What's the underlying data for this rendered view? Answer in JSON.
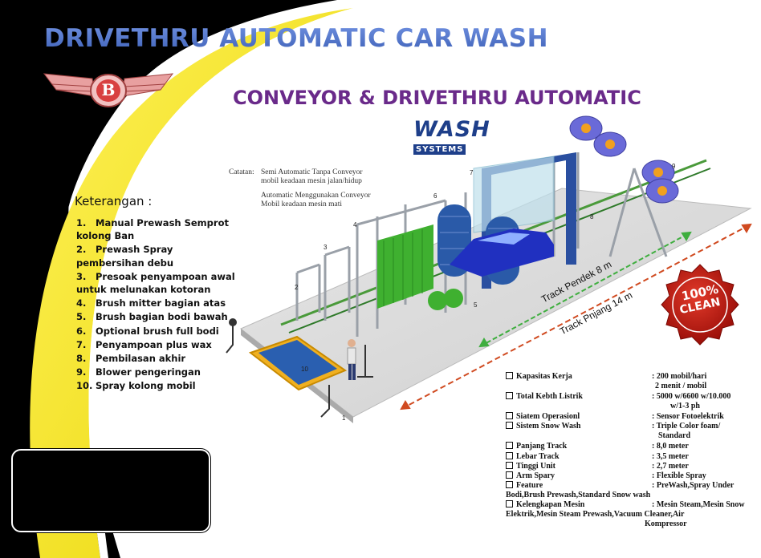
{
  "header": {
    "title": "DRIVETHRU AUTOMATIC CAR WASH",
    "subtitle": "CONVEYOR & DRIVETHRU AUTOMATIC",
    "logo_letter": "B"
  },
  "brand": {
    "wash": "WASH",
    "systems": "SYSTEMS"
  },
  "badge": {
    "line1": "100%",
    "line2": "CLEAN"
  },
  "catatan": {
    "label": "Catatan:",
    "line1": "Semi Automatic Tanpa Conveyor",
    "line2": "mobil keadaan mesin jalan/hidup",
    "line3": "Automatic Menggunakan Conveyor",
    "line4": "Mobil keadaan mesin mati"
  },
  "keterangan": {
    "title": "Keterangan :",
    "items": [
      {
        "num": "1.",
        "text": "Manual Prewash Semprot kolong Ban"
      },
      {
        "num": "2.",
        "text": "Prewash Spray pembersihan debu"
      },
      {
        "num": "3.",
        "text": "Presoak penyampoan awal untuk melunakan kotoran"
      },
      {
        "num": "4.",
        "text": "Brush mitter bagian atas"
      },
      {
        "num": "5.",
        "text": "Brush bagian  bodi bawah"
      },
      {
        "num": "6.",
        "text": "Optional brush full bodi"
      },
      {
        "num": "7.",
        "text": "Penyampoan plus wax"
      },
      {
        "num": "8.",
        "text": "Pembilasan akhir"
      },
      {
        "num": "9.",
        "text": "Blower pengeringan"
      },
      {
        "num": "10.",
        "text": "Spray kolong mobil"
      }
    ]
  },
  "diagram_numbers": [
    "1",
    "2",
    "3",
    "4",
    "5",
    "6",
    "7",
    "8",
    "9",
    "10"
  ],
  "tracks": {
    "short": "Track Pendek 8 m",
    "long": "Track Pnjang  14 m"
  },
  "specs": {
    "kapasitas_label": "Kapasitas  Kerja",
    "kapasitas_value1": ": 200 mobil/hari",
    "kapasitas_value2": "2 menit / mobil",
    "listrik_label": "Total  Kebth Listrik",
    "listrik_value1": ": 5000 w/6600 w/10.000",
    "listrik_value2": "w/1-3 ph",
    "operasi_label": "Siatem Operasionl",
    "operasi_value": ":  Sensor Fotoelektrik",
    "snow_label": "Sistem Snow Wash",
    "snow_value1": ":  Triple Color foam/",
    "snow_value2": "Standard",
    "panjang_label": "Panjang Track",
    "panjang_value": ":  8,0 meter",
    "lebar_label": "Lebar Track",
    "lebar_value": ":  3,5 meter",
    "tinggi_label": "Tinggi Unit",
    "tinggi_value": ":  2,7 meter",
    "arm_label": "Arm Spary",
    "arm_value": ":  Flexible   Spray",
    "feature_label": "Feature",
    "feature_value": ":  PreWash,Spray  Under",
    "feature_line2": "Bodi,Brush  Prewash,Standard Snow wash",
    "kelengkapan_label": "Kelengkapan Mesin",
    "kelengkapan_value": ":   Mesin Steam,Mesin Snow",
    "kelengkapan_line2": "Elektrik,Mesin Steam     Prewash,Vacuum Cleaner,Air",
    "kelengkapan_line3": "Kompressor"
  }
}
